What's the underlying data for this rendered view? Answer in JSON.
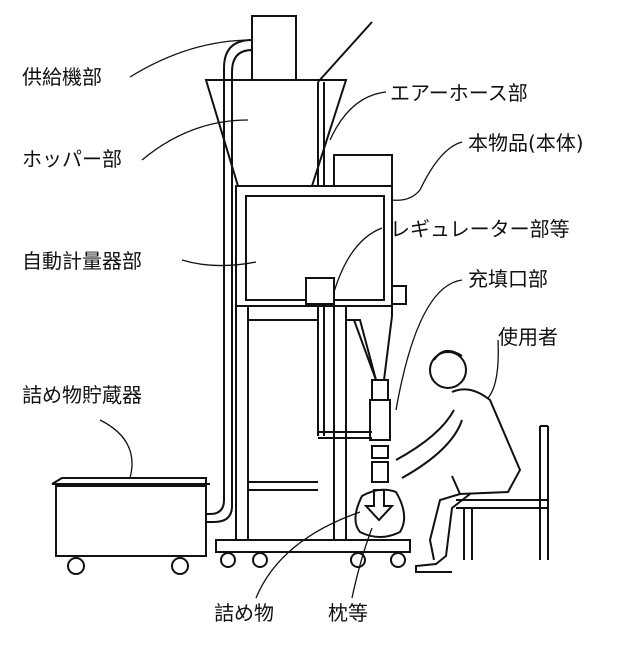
{
  "labels": {
    "supply_unit": "供給機部",
    "hopper": "ホッパー部",
    "auto_weigher": "自動計量器部",
    "storage": "詰め物貯蔵器",
    "air_hose": "エアーホース部",
    "main_body": "本物品(本体)",
    "regulator": "レギュレーター部等",
    "filling_port": "充填口部",
    "user": "使用者",
    "filling_material": "詰め物",
    "pillow": "枕等"
  }
}
